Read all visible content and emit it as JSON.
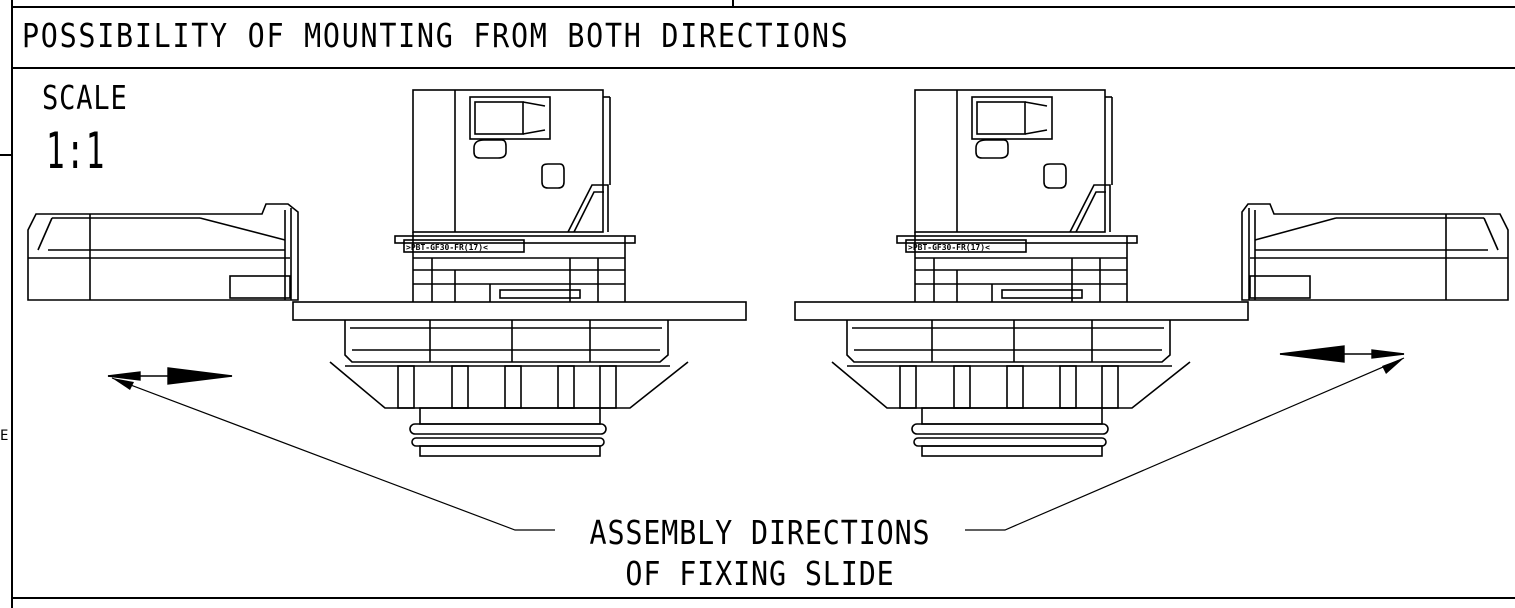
{
  "title": "POSSIBILITY OF MOUNTING FROM BOTH DIRECTIONS",
  "scale": {
    "label": "SCALE",
    "value": "1:1"
  },
  "callout": {
    "line1": "ASSEMBLY DIRECTIONS",
    "line2": "OF FIXING SLIDE"
  },
  "part_marking": "PBT-GF30-FR(17)",
  "edge_mark": "E",
  "colors": {
    "line": "#000000",
    "background": "#ffffff"
  }
}
